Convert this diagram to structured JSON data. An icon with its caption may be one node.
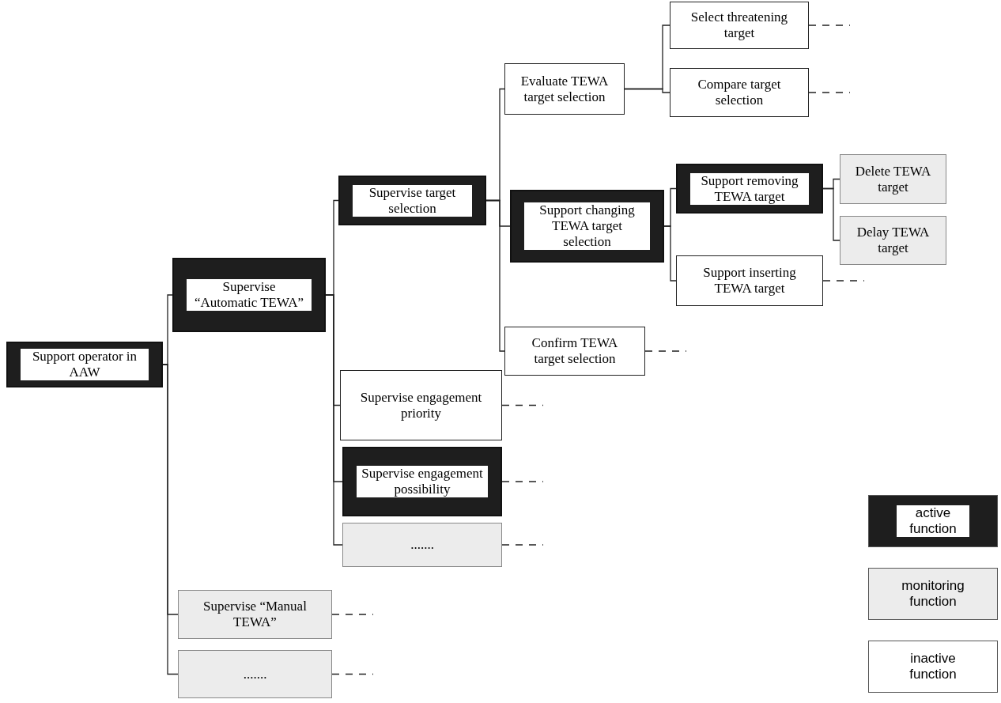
{
  "diagram": {
    "nodes": [
      {
        "text": [
          "Support operator in AAW"
        ]
      },
      {
        "text": [
          "Supervise “Automatic TEWA”"
        ]
      },
      {
        "text": [
          "Supervise target selection"
        ]
      },
      {
        "text": [
          "Evaluate TEWA target selection"
        ]
      },
      {
        "text": [
          "Select threatening target"
        ]
      },
      {
        "text": [
          "Compare target selection"
        ]
      },
      {
        "text": [
          "Support changing TEWA target selection"
        ]
      },
      {
        "text": [
          "Support removing TEWA target"
        ]
      },
      {
        "text": [
          "Delete TEWA target"
        ]
      },
      {
        "text": [
          "Delay TEWA target"
        ]
      },
      {
        "text": [
          "Support inserting TEWA target"
        ]
      },
      {
        "text": [
          "Confirm TEWA target selection"
        ]
      },
      {
        "text": [
          "Supervise engagement priority"
        ]
      },
      {
        "text": [
          "Supervise engagement possibility"
        ]
      },
      {
        "text": [
          "......."
        ]
      },
      {
        "text": [
          "Supervise “Manual TEWA”"
        ]
      },
      {
        "text": [
          "......."
        ]
      }
    ],
    "edges": [
      {
        "from": 0,
        "to": 1,
        "arrow": "none"
      },
      {
        "from": 0,
        "to": 15,
        "arrow": "none"
      },
      {
        "from": 0,
        "to": 16,
        "arrow": "none"
      },
      {
        "from": 1,
        "to": 2,
        "arrow": "none"
      },
      {
        "from": 1,
        "to": 12,
        "arrow": "none"
      },
      {
        "from": 1,
        "to": 13,
        "arrow": "none"
      },
      {
        "from": 1,
        "to": 14,
        "arrow": "none"
      },
      {
        "from": 2,
        "to": 3,
        "arrow": "none"
      },
      {
        "from": 2,
        "to": 6,
        "arrow": "none"
      },
      {
        "from": 2,
        "to": 11,
        "arrow": "none"
      },
      {
        "from": 3,
        "to": 4,
        "arrow": "none"
      },
      {
        "from": 3,
        "to": 5,
        "arrow": "none"
      },
      {
        "from": 6,
        "to": 7,
        "arrow": "none"
      },
      {
        "from": 6,
        "to": 10,
        "arrow": "none"
      },
      {
        "from": 7,
        "to": 8,
        "arrow": "none"
      },
      {
        "from": 7,
        "to": 9,
        "arrow": "none"
      },
      {
        "from": 4,
        "to": null,
        "arrow": "none",
        "style": "dashed"
      },
      {
        "from": 5,
        "to": null,
        "arrow": "none",
        "style": "dashed"
      },
      {
        "from": 10,
        "to": null,
        "arrow": "none",
        "style": "dashed"
      },
      {
        "from": 11,
        "to": null,
        "arrow": "none",
        "style": "dashed"
      },
      {
        "from": 12,
        "to": null,
        "arrow": "none",
        "style": "dashed"
      },
      {
        "from": 13,
        "to": null,
        "arrow": "none",
        "style": "dashed"
      },
      {
        "from": 14,
        "to": null,
        "arrow": "none",
        "style": "dashed"
      },
      {
        "from": 15,
        "to": null,
        "arrow": "none",
        "style": "dashed"
      },
      {
        "from": 16,
        "to": null,
        "arrow": "none",
        "style": "dashed"
      }
    ],
    "legend": [
      {
        "text": "active function",
        "color": "#1e1e1e"
      },
      {
        "text": "monitoring function",
        "color": "#ececec"
      },
      {
        "text": "inactive function",
        "color": "#ffffff"
      }
    ]
  }
}
